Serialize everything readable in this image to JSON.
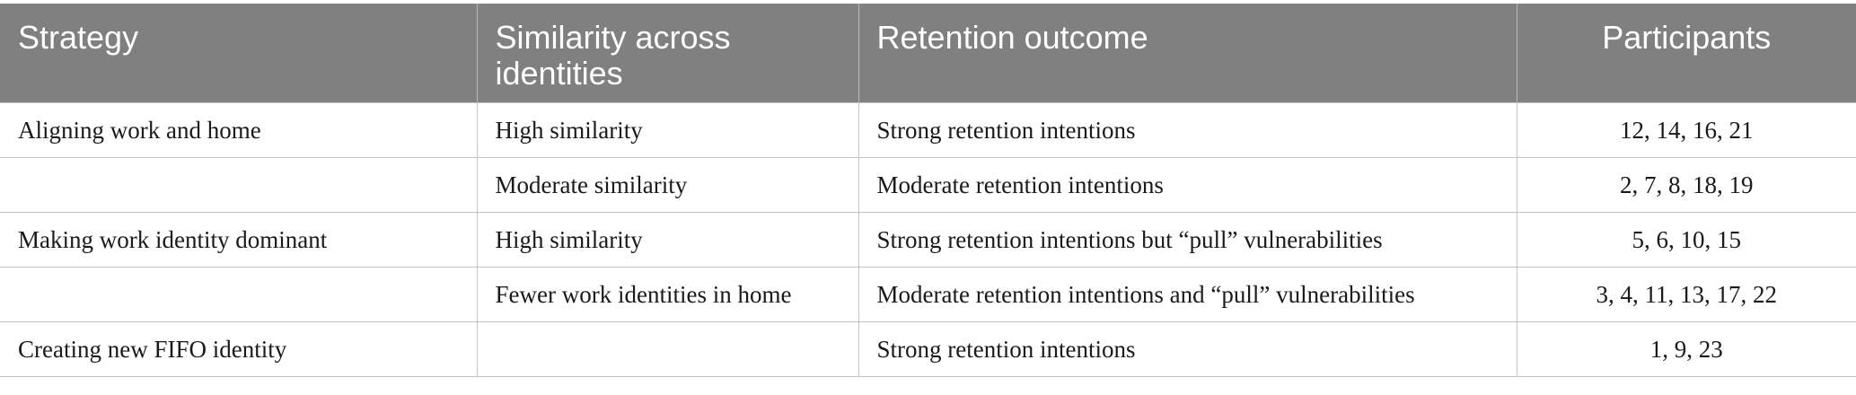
{
  "table": {
    "headers": [
      "Strategy",
      "Similarity across identities",
      "Retention outcome",
      "Participants"
    ],
    "rows": [
      {
        "strategy": "Aligning work and home",
        "similarity": "High similarity",
        "outcome": "Strong retention intentions",
        "participants": "12, 14, 16, 21"
      },
      {
        "strategy": "",
        "similarity": "Moderate similarity",
        "outcome": "Moderate retention intentions",
        "participants": "2, 7, 8, 18, 19"
      },
      {
        "strategy": "Making work identity dominant",
        "similarity": "High similarity",
        "outcome": "Strong retention intentions but “pull” vulnerabilities",
        "participants": "5, 6, 10, 15"
      },
      {
        "strategy": "",
        "similarity": "Fewer work identities in home",
        "outcome": "Moderate retention intentions and “pull” vulnerabilities",
        "participants": "3, 4, 11, 13, 17, 22"
      },
      {
        "strategy": "Creating new FIFO identity",
        "similarity": "",
        "outcome": "Strong retention intentions",
        "participants": "1, 9, 23"
      }
    ]
  }
}
